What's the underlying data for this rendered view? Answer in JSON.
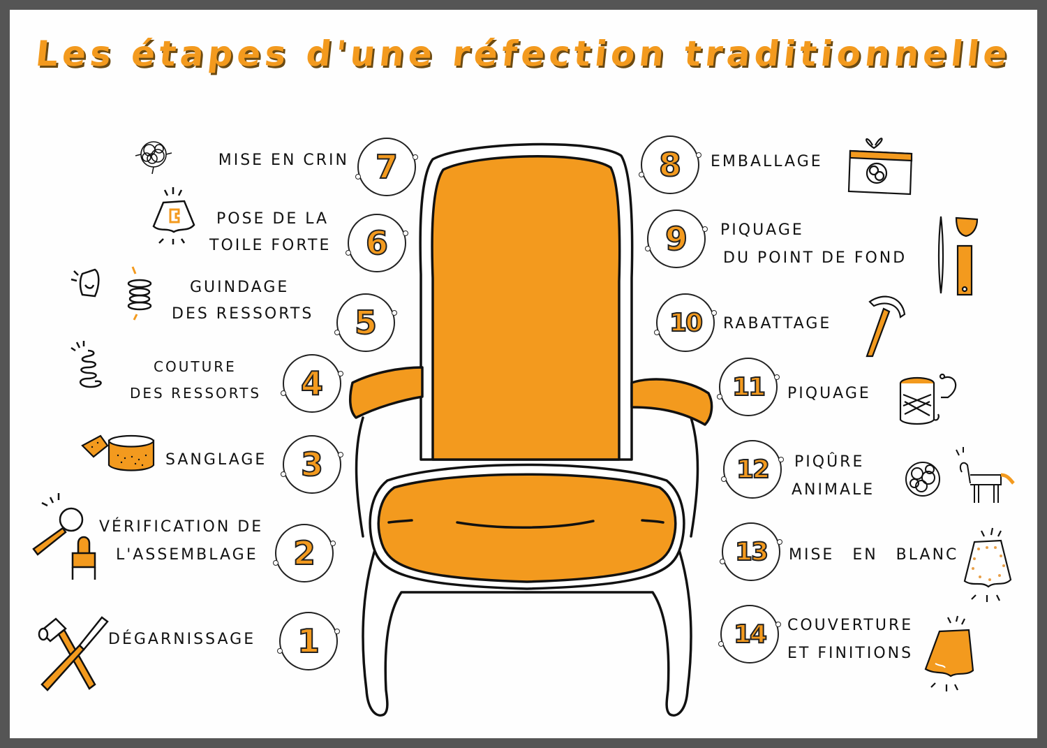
{
  "title": "Les étapes d'une réfection traditionnelle",
  "colors": {
    "accent": "#f39a1e",
    "ink": "#111111",
    "frame": "#555555",
    "background": "#fefefe"
  },
  "steps": [
    {
      "number": "1",
      "label_lines": [
        "Dégarnissage"
      ],
      "icon": "hammer-chisel-icon",
      "side": "left"
    },
    {
      "number": "2",
      "label_lines": [
        "Vérification de",
        "l'assemblage"
      ],
      "icon": "magnifier-chair-icon",
      "side": "left"
    },
    {
      "number": "3",
      "label_lines": [
        "Sanglage"
      ],
      "icon": "webbing-roll-icon",
      "side": "left"
    },
    {
      "number": "4",
      "label_lines": [
        "Couture",
        "des ressorts"
      ],
      "icon": "spring-icon",
      "side": "left"
    },
    {
      "number": "5",
      "label_lines": [
        "Guindage",
        "des ressorts"
      ],
      "icon": "spring-twine-icon",
      "side": "left"
    },
    {
      "number": "6",
      "label_lines": [
        "Pose de la",
        "toile forte"
      ],
      "icon": "seat-canvas-icon",
      "side": "left"
    },
    {
      "number": "7",
      "label_lines": [
        "Mise en crin"
      ],
      "icon": "horsehair-icon",
      "side": "left"
    },
    {
      "number": "8",
      "label_lines": [
        "Emballage"
      ],
      "icon": "package-icon",
      "side": "right"
    },
    {
      "number": "9",
      "label_lines": [
        "Piquage",
        "du point de fond"
      ],
      "icon": "needle-ruler-icon",
      "side": "right"
    },
    {
      "number": "10",
      "label_lines": [
        "Rabattage"
      ],
      "icon": "regulator-icon",
      "side": "right"
    },
    {
      "number": "11",
      "label_lines": [
        "Piquage"
      ],
      "icon": "twine-spool-icon",
      "side": "right"
    },
    {
      "number": "12",
      "label_lines": [
        "Piqûre",
        "animale"
      ],
      "icon": "horse-icon",
      "side": "right"
    },
    {
      "number": "13",
      "label_lines": [
        "Mise en blanc"
      ],
      "icon": "calico-seat-icon",
      "side": "right"
    },
    {
      "number": "14",
      "label_lines": [
        "Couverture",
        "et finitions"
      ],
      "icon": "covered-seat-icon",
      "side": "right"
    }
  ]
}
